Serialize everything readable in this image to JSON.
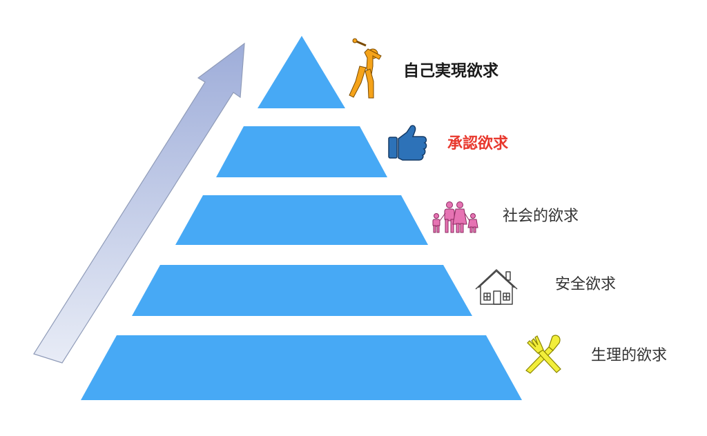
{
  "diagram": {
    "levels": [
      {
        "label": "自己実現欲求",
        "icon": "golfer-icon",
        "color": "#1a1a1a"
      },
      {
        "label": "承認欲求",
        "icon": "thumbs-up-icon",
        "color": "#e8382d"
      },
      {
        "label": "社会的欲求",
        "icon": "family-icon",
        "color": "#333333"
      },
      {
        "label": "安全欲求",
        "icon": "house-icon",
        "color": "#333333"
      },
      {
        "label": "生理的欲求",
        "icon": "fork-knife-icon",
        "color": "#333333"
      }
    ],
    "colors": {
      "pyramid": "#47a9f5",
      "arrow_top": "#9eadd9",
      "arrow_bottom": "#e8ecf6",
      "golfer": "#f5a31a",
      "thumbs": "#2d72b8",
      "family": "#e673b3",
      "house": "#444444",
      "cutlery": "#f2ee3a"
    }
  }
}
